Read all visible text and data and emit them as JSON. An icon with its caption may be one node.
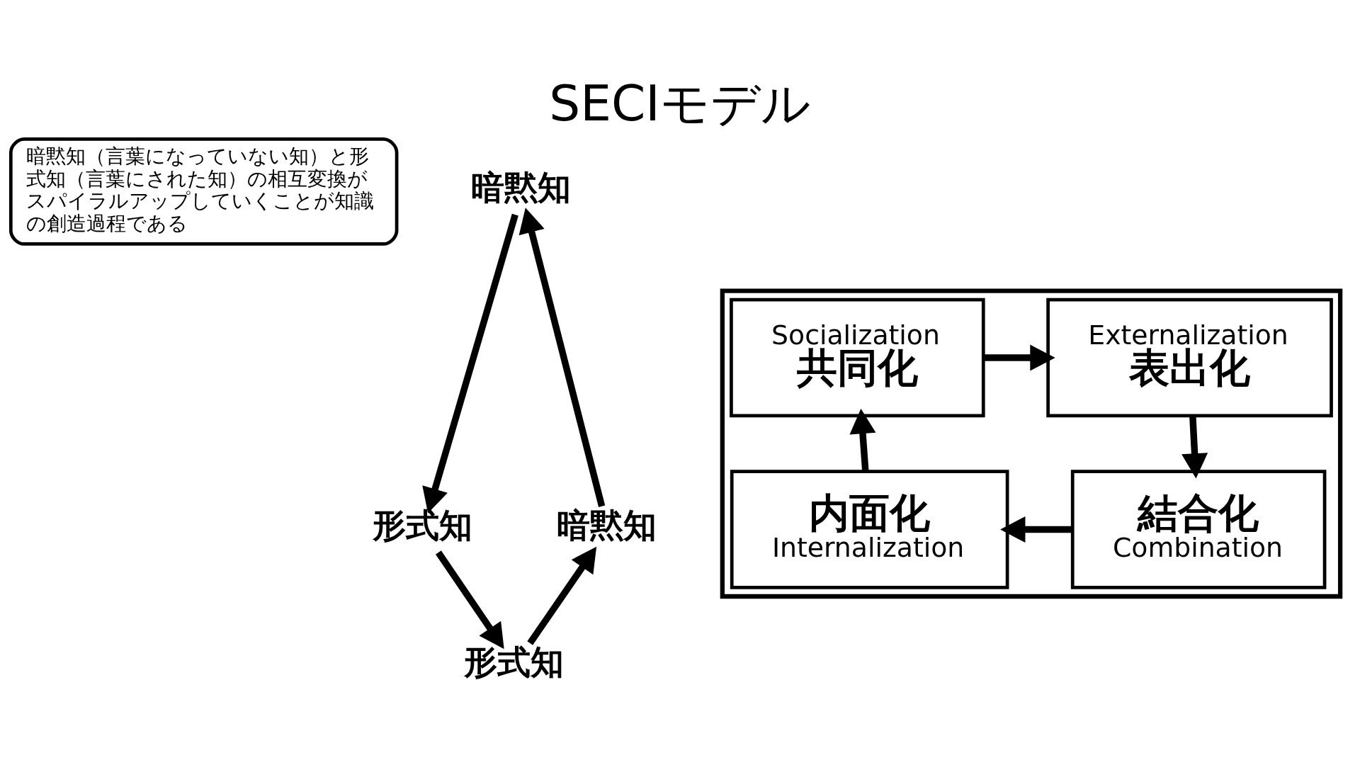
{
  "diagram": {
    "title": "SECIモデル",
    "nodes": [
      {
        "text": [
          "暗黙知（言葉になっていない知）と形式知（言葉にされた知）の相互変換がスパイラルアップしていくことが知識の創造過程である"
        ]
      },
      {
        "text": [
          "暗黙知"
        ]
      },
      {
        "text": [
          "形式知"
        ]
      },
      {
        "text": [
          "形式知"
        ]
      },
      {
        "text": [
          "暗黙知"
        ]
      },
      {
        "text": [],
        "shape": "box"
      },
      {
        "text": [
          "Socialization",
          "共同化"
        ],
        "in": 5
      },
      {
        "text": [
          "Externalization",
          "表出化"
        ],
        "in": 5
      },
      {
        "text": [
          "結合化",
          "Combination"
        ],
        "in": 5
      },
      {
        "text": [
          "内面化",
          "Internalization"
        ],
        "in": 5
      }
    ],
    "edges": [
      {
        "from": 4,
        "to": 1,
        "arrow": "to"
      },
      {
        "from": 1,
        "to": 2,
        "arrow": "to"
      },
      {
        "from": 2,
        "to": 3,
        "arrow": "to"
      },
      {
        "from": 3,
        "to": 4,
        "arrow": "to"
      },
      {
        "from": 6,
        "to": 7,
        "arrow": "to"
      },
      {
        "from": 7,
        "to": 8,
        "arrow": "to"
      },
      {
        "from": 8,
        "to": 9,
        "arrow": "to"
      },
      {
        "from": 9,
        "to": 6,
        "arrow": "to"
      }
    ]
  }
}
